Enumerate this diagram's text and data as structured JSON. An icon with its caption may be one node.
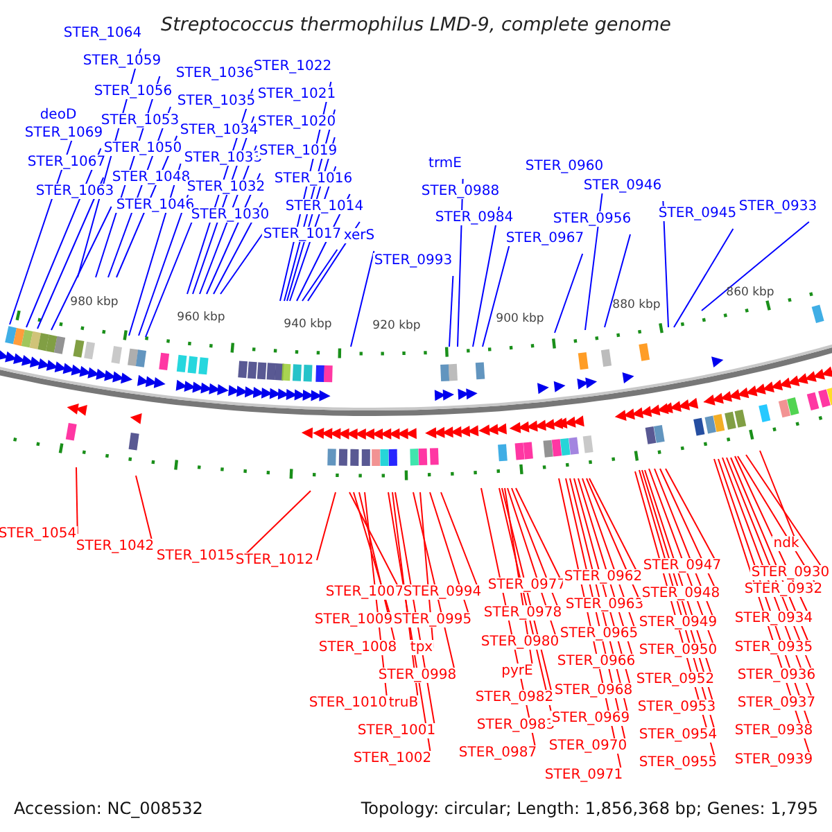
{
  "diagram": {
    "title": "Streptococcus thermophilus LMD-9, complete genome",
    "nodes": [
      {
        "text": [
          "STER_1064"
        ]
      },
      {
        "text": [
          "STER_1059"
        ]
      },
      {
        "text": [
          "STER_1056"
        ]
      },
      {
        "text": [
          "deoD"
        ]
      },
      {
        "text": [
          "STER_1053"
        ]
      },
      {
        "text": [
          "STER_1069"
        ]
      },
      {
        "text": [
          "STER_1050"
        ]
      },
      {
        "text": [
          "STER_1067"
        ]
      },
      {
        "text": [
          "STER_1048"
        ]
      },
      {
        "text": [
          "STER_1063"
        ]
      },
      {
        "text": [
          "STER_1046"
        ]
      },
      {
        "text": [
          "STER_1036"
        ]
      },
      {
        "text": [
          "STER_1035"
        ]
      },
      {
        "text": [
          "STER_1034"
        ]
      },
      {
        "text": [
          "STER_1033"
        ]
      },
      {
        "text": [
          "STER_1032"
        ]
      },
      {
        "text": [
          "STER_1030"
        ]
      },
      {
        "text": [
          "STER_1022"
        ]
      },
      {
        "text": [
          "STER_1021"
        ]
      },
      {
        "text": [
          "STER_1020"
        ]
      },
      {
        "text": [
          "STER_1019"
        ]
      },
      {
        "text": [
          "STER_1016"
        ]
      },
      {
        "text": [
          "STER_1014"
        ]
      },
      {
        "text": [
          "STER_1017"
        ]
      },
      {
        "text": [
          "xerS"
        ]
      },
      {
        "text": [
          "STER_0993"
        ]
      },
      {
        "text": [
          "trmE"
        ]
      },
      {
        "text": [
          "STER_0988"
        ]
      },
      {
        "text": [
          "STER_0984"
        ]
      },
      {
        "text": [
          "STER_0967"
        ]
      },
      {
        "text": [
          "STER_0960"
        ]
      },
      {
        "text": [
          "STER_0956"
        ]
      },
      {
        "text": [
          "STER_0946"
        ]
      },
      {
        "text": [
          "STER_0945"
        ]
      },
      {
        "text": [
          "STER_0933"
        ]
      },
      {
        "text": [
          "STER_1054"
        ]
      },
      {
        "text": [
          "STER_1042"
        ]
      },
      {
        "text": [
          "STER_1015"
        ]
      },
      {
        "text": [
          "STER_1012"
        ]
      },
      {
        "text": [
          "STER_1007"
        ]
      },
      {
        "text": [
          "STER_1009"
        ]
      },
      {
        "text": [
          "STER_1008"
        ]
      },
      {
        "text": [
          "STER_1010"
        ]
      },
      {
        "text": [
          "truB"
        ]
      },
      {
        "text": [
          "STER_1001"
        ]
      },
      {
        "text": [
          "STER_1002"
        ]
      },
      {
        "text": [
          "STER_0994"
        ]
      },
      {
        "text": [
          "STER_0995"
        ]
      },
      {
        "text": [
          "tpx"
        ]
      },
      {
        "text": [
          "STER_0998"
        ]
      },
      {
        "text": [
          "STER_0977"
        ]
      },
      {
        "text": [
          "STER_0978"
        ]
      },
      {
        "text": [
          "STER_0980"
        ]
      },
      {
        "text": [
          "pyrE"
        ]
      },
      {
        "text": [
          "STER_0982"
        ]
      },
      {
        "text": [
          "STER_0983"
        ]
      },
      {
        "text": [
          "STER_0987"
        ]
      },
      {
        "text": [
          "STER_0962"
        ]
      },
      {
        "text": [
          "STER_0963"
        ]
      },
      {
        "text": [
          "STER_0965"
        ]
      },
      {
        "text": [
          "STER_0966"
        ]
      },
      {
        "text": [
          "STER_0968"
        ]
      },
      {
        "text": [
          "STER_0969"
        ]
      },
      {
        "text": [
          "STER_0970"
        ]
      },
      {
        "text": [
          "STER_0971"
        ]
      },
      {
        "text": [
          "STER_0947"
        ]
      },
      {
        "text": [
          "STER_0948"
        ]
      },
      {
        "text": [
          "STER_0949"
        ]
      },
      {
        "text": [
          "STER_0950"
        ]
      },
      {
        "text": [
          "STER_0952"
        ]
      },
      {
        "text": [
          "STER_0953"
        ]
      },
      {
        "text": [
          "STER_0954"
        ]
      },
      {
        "text": [
          "STER_0955"
        ]
      },
      {
        "text": [
          "ndk"
        ]
      },
      {
        "text": [
          "STER_0930"
        ]
      },
      {
        "text": [
          "STER_0932"
        ]
      },
      {
        "text": [
          "STER_0934"
        ]
      },
      {
        "text": [
          "STER_0935"
        ]
      },
      {
        "text": [
          "STER_0936"
        ]
      },
      {
        "text": [
          "STER_0937"
        ]
      },
      {
        "text": [
          "STER_0938"
        ]
      },
      {
        "text": [
          "STER_0939"
        ]
      }
    ],
    "edges": [
      {
        "from": 0,
        "to": null,
        "arrow": "none",
        "color": "#0000ff"
      },
      {
        "from": 1,
        "to": null,
        "arrow": "none",
        "color": "#0000ff"
      },
      {
        "from": 2,
        "to": null,
        "arrow": "none",
        "color": "#0000ff"
      },
      {
        "from": 3,
        "to": null,
        "arrow": "none",
        "color": "#0000ff"
      },
      {
        "from": 4,
        "to": null,
        "arrow": "none",
        "color": "#0000ff"
      },
      {
        "from": 5,
        "to": null,
        "arrow": "none",
        "color": "#0000ff"
      },
      {
        "from": 6,
        "to": null,
        "arrow": "none",
        "color": "#0000ff"
      },
      {
        "from": 7,
        "to": null,
        "arrow": "none",
        "color": "#0000ff"
      },
      {
        "from": 8,
        "to": null,
        "arrow": "none",
        "color": "#0000ff"
      },
      {
        "from": 9,
        "to": null,
        "arrow": "none",
        "color": "#0000ff"
      },
      {
        "from": 10,
        "to": null,
        "arrow": "none",
        "color": "#0000ff"
      },
      {
        "from": 11,
        "to": null,
        "arrow": "none",
        "color": "#0000ff"
      },
      {
        "from": 12,
        "to": null,
        "arrow": "none",
        "color": "#0000ff"
      },
      {
        "from": 13,
        "to": null,
        "arrow": "none",
        "color": "#0000ff"
      },
      {
        "from": 14,
        "to": null,
        "arrow": "none",
        "color": "#0000ff"
      },
      {
        "from": 15,
        "to": null,
        "arrow": "none",
        "color": "#0000ff"
      },
      {
        "from": 16,
        "to": null,
        "arrow": "none",
        "color": "#0000ff"
      },
      {
        "from": 17,
        "to": null,
        "arrow": "none",
        "color": "#0000ff"
      },
      {
        "from": 18,
        "to": null,
        "arrow": "none",
        "color": "#0000ff"
      },
      {
        "from": 19,
        "to": null,
        "arrow": "none",
        "color": "#0000ff"
      },
      {
        "from": 20,
        "to": null,
        "arrow": "none",
        "color": "#0000ff"
      },
      {
        "from": 21,
        "to": null,
        "arrow": "none",
        "color": "#0000ff"
      },
      {
        "from": 22,
        "to": null,
        "arrow": "none",
        "color": "#0000ff"
      },
      {
        "from": 23,
        "to": null,
        "arrow": "none",
        "color": "#0000ff"
      },
      {
        "from": 24,
        "to": null,
        "arrow": "none",
        "color": "#0000ff"
      },
      {
        "from": 25,
        "to": null,
        "arrow": "none",
        "color": "#0000ff"
      },
      {
        "from": 26,
        "to": null,
        "arrow": "none",
        "color": "#0000ff"
      },
      {
        "from": 27,
        "to": null,
        "arrow": "none",
        "color": "#0000ff"
      },
      {
        "from": 28,
        "to": null,
        "arrow": "none",
        "color": "#0000ff"
      },
      {
        "from": 29,
        "to": null,
        "arrow": "none",
        "color": "#0000ff"
      },
      {
        "from": 30,
        "to": null,
        "arrow": "none",
        "color": "#0000ff"
      },
      {
        "from": 31,
        "to": null,
        "arrow": "none",
        "color": "#0000ff"
      },
      {
        "from": 32,
        "to": null,
        "arrow": "none",
        "color": "#0000ff"
      },
      {
        "from": 33,
        "to": null,
        "arrow": "none",
        "color": "#0000ff"
      },
      {
        "from": 34,
        "to": null,
        "arrow": "none",
        "color": "#0000ff"
      },
      {
        "from": 35,
        "to": null,
        "arrow": "none"
      },
      {
        "from": 36,
        "to": null,
        "arrow": "none"
      },
      {
        "from": 37,
        "to": null,
        "arrow": "none"
      },
      {
        "from": 38,
        "to": null,
        "arrow": "none"
      },
      {
        "from": 39,
        "to": null,
        "arrow": "none"
      },
      {
        "from": 40,
        "to": null,
        "arrow": "none"
      },
      {
        "from": 41,
        "to": null,
        "arrow": "none"
      },
      {
        "from": 42,
        "to": null,
        "arrow": "none"
      },
      {
        "from": 43,
        "to": null,
        "arrow": "none"
      },
      {
        "from": 44,
        "to": null,
        "arrow": "none"
      },
      {
        "from": 45,
        "to": null,
        "arrow": "none"
      },
      {
        "from": 46,
        "to": null,
        "arrow": "none"
      },
      {
        "from": 47,
        "to": null,
        "arrow": "none"
      },
      {
        "from": 48,
        "to": null,
        "arrow": "none"
      },
      {
        "from": 49,
        "to": null,
        "arrow": "none"
      },
      {
        "from": 50,
        "to": null,
        "arrow": "none"
      },
      {
        "from": 51,
        "to": null,
        "arrow": "none"
      },
      {
        "from": 52,
        "to": null,
        "arrow": "none"
      },
      {
        "from": 53,
        "to": null,
        "arrow": "none"
      },
      {
        "from": 54,
        "to": null,
        "arrow": "none"
      },
      {
        "from": 55,
        "to": null,
        "arrow": "none"
      },
      {
        "from": 56,
        "to": null,
        "arrow": "none"
      },
      {
        "from": 57,
        "to": null,
        "arrow": "none"
      },
      {
        "from": 58,
        "to": null,
        "arrow": "none"
      },
      {
        "from": 59,
        "to": null,
        "arrow": "none"
      },
      {
        "from": 60,
        "to": null,
        "arrow": "none"
      },
      {
        "from": 61,
        "to": null,
        "arrow": "none"
      },
      {
        "from": 62,
        "to": null,
        "arrow": "none"
      },
      {
        "from": 63,
        "to": null,
        "arrow": "none"
      },
      {
        "from": 64,
        "to": null,
        "arrow": "none"
      },
      {
        "from": 65,
        "to": null,
        "arrow": "none"
      },
      {
        "from": 66,
        "to": null,
        "arrow": "none"
      },
      {
        "from": 67,
        "to": null,
        "arrow": "none"
      },
      {
        "from": 68,
        "to": null,
        "arrow": "none"
      },
      {
        "from": 69,
        "to": null,
        "arrow": "none"
      },
      {
        "from": 70,
        "to": null,
        "arrow": "none"
      },
      {
        "from": 71,
        "to": null,
        "arrow": "none"
      },
      {
        "from": 72,
        "to": null,
        "arrow": "none"
      },
      {
        "from": 73,
        "to": null,
        "arrow": "none"
      },
      {
        "from": 74,
        "to": null,
        "arrow": "none"
      },
      {
        "from": 75,
        "to": null,
        "arrow": "none"
      },
      {
        "from": 76,
        "to": null,
        "arrow": "none"
      },
      {
        "from": 77,
        "to": null,
        "arrow": "none"
      },
      {
        "from": 78,
        "to": null,
        "arrow": "none"
      },
      {
        "from": 79,
        "to": null,
        "arrow": "none"
      },
      {
        "from": 80,
        "to": null,
        "arrow": "none"
      },
      {
        "from": 81,
        "to": null,
        "arrow": "none"
      }
    ],
    "labels": [
      "980 kbp",
      "960 kbp",
      "940 kbp",
      "920 kbp",
      "900 kbp",
      "880 kbp",
      "860 kbp",
      "Accession: NC_008532",
      "Topology: circular; Length: 1,856,368 bp; Genes: 1,795"
    ]
  }
}
